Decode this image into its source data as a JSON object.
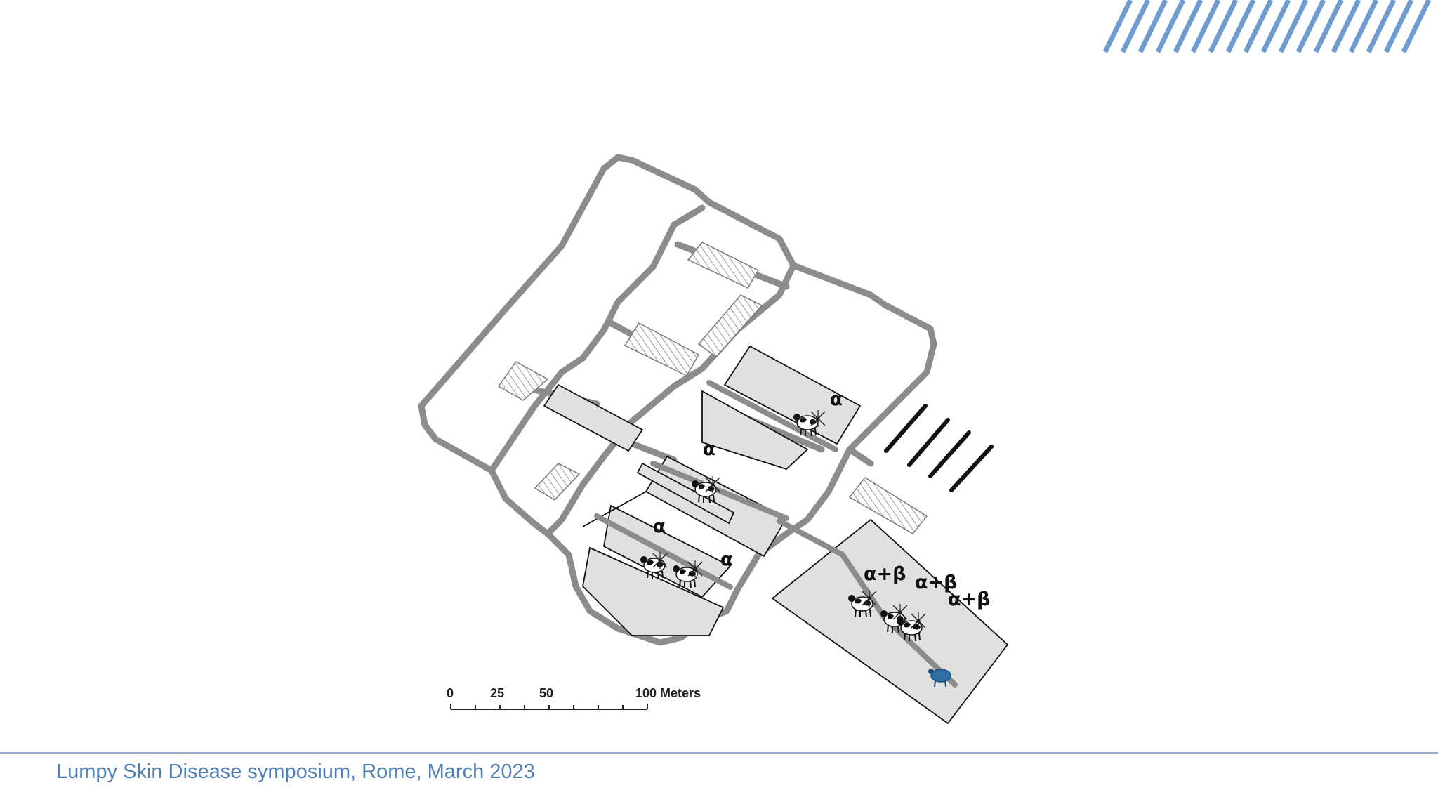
{
  "footer": {
    "text": "Lumpy Skin Disease symposium, Rome, March 2023"
  },
  "colors": {
    "accent_stripes": "#6f9bd1",
    "footer_text": "#4f7fb6",
    "footer_line": "#8fb0cf",
    "corridor": "#8c8c8c",
    "pen_fill": "#e0e0e0",
    "highlight_animal": "#2f6fa6"
  },
  "map": {
    "labels": {
      "alpha": "α",
      "alpha_beta": "α+β"
    },
    "scale_bar": {
      "ticks": [
        "0",
        "25",
        "50"
      ],
      "end_label": "100 Meters"
    },
    "icons": [
      "cow-icon",
      "hatched-shed-icon",
      "windbreak-icon"
    ]
  }
}
